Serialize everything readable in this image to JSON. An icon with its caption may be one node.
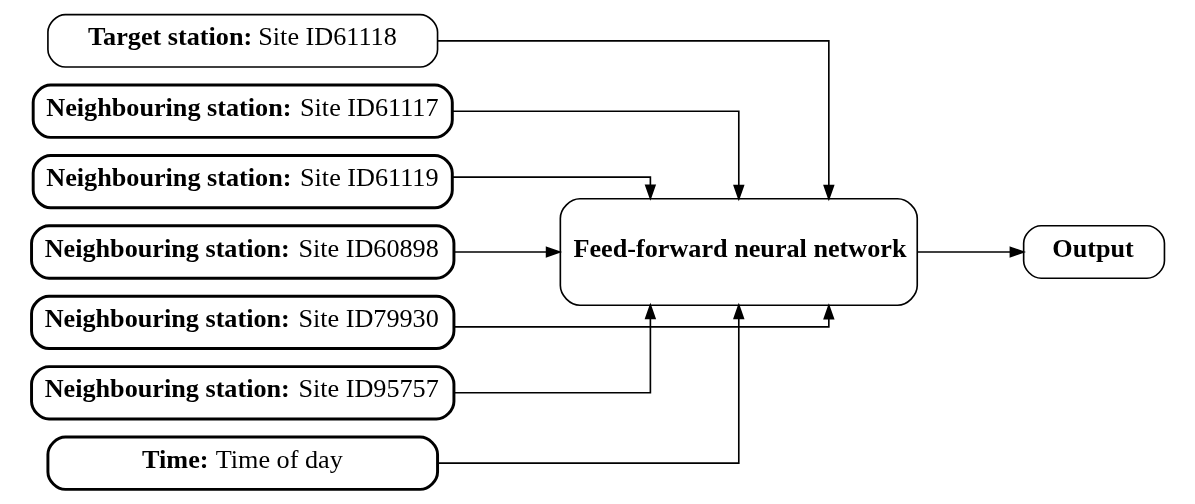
{
  "diagram": {
    "nodes": [
      {
        "text": [
          "**Target station:** Site ID61118"
        ]
      },
      {
        "text": [
          "**Neighbouring station:** Site ID61117"
        ]
      },
      {
        "text": [
          "**Neighbouring station:** Site ID61119"
        ]
      },
      {
        "text": [
          "**Neighbouring station:** Site ID60898"
        ]
      },
      {
        "text": [
          "**Neighbouring station:** Site ID79930"
        ]
      },
      {
        "text": [
          "**Neighbouring station:** Site ID95757"
        ]
      },
      {
        "text": [
          "**Time:** Time of day"
        ]
      },
      {
        "text": [
          "**Feed-forward neural network**"
        ]
      },
      {
        "text": [
          "**Output**"
        ]
      }
    ],
    "edges": [
      {
        "from": 0,
        "to": 7,
        "arrow": "to"
      },
      {
        "from": 1,
        "to": 7,
        "arrow": "to"
      },
      {
        "from": 2,
        "to": 7,
        "arrow": "to"
      },
      {
        "from": 3,
        "to": 7,
        "arrow": "to"
      },
      {
        "from": 4,
        "to": 7,
        "arrow": "to"
      },
      {
        "from": 5,
        "to": 7,
        "arrow": "to"
      },
      {
        "from": 6,
        "to": 7,
        "arrow": "to"
      },
      {
        "from": 7,
        "to": 8,
        "arrow": "to"
      }
    ]
  }
}
